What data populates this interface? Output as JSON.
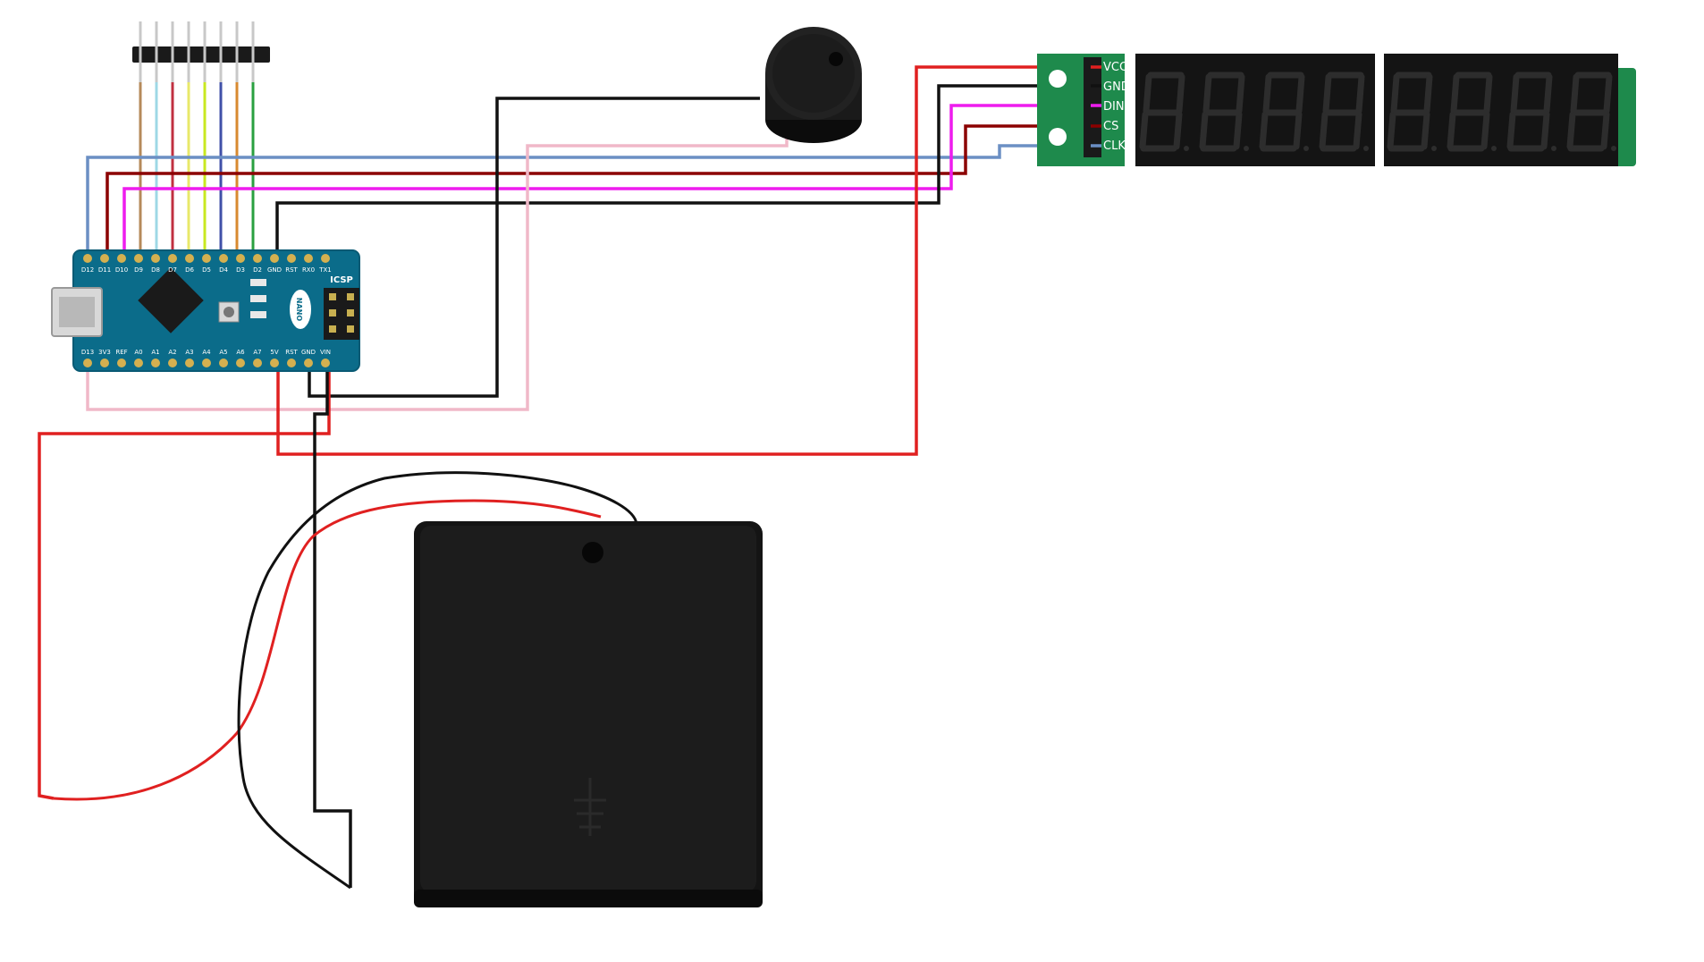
{
  "display_module": {
    "pins": [
      "VCC",
      "GND",
      "DIN",
      "CS",
      "CLK"
    ]
  },
  "arduino": {
    "top_pins": [
      "D12",
      "D11",
      "D10",
      "D9",
      "D8",
      "D7",
      "D6",
      "D5",
      "D4",
      "D3",
      "D2",
      "GND",
      "RST",
      "RX0",
      "TX1"
    ],
    "bottom_pins": [
      "D13",
      "3V3",
      "REF",
      "A0",
      "A1",
      "A2",
      "A3",
      "A4",
      "A5",
      "A6",
      "A7",
      "5V",
      "RST",
      "GND",
      "VIN"
    ],
    "icsp_label": "ICSP",
    "nano_label": "NANO"
  },
  "colors": {
    "wire_red": "#e02020",
    "wire_black": "#111111",
    "wire_blue": "#6b8fc4",
    "wire_darkred": "#8b0000",
    "wire_magenta": "#ee1cee",
    "wire_pink": "#f0b8c8",
    "board_blue": "#0b6c8a",
    "display_green": "#1e8a4c"
  }
}
